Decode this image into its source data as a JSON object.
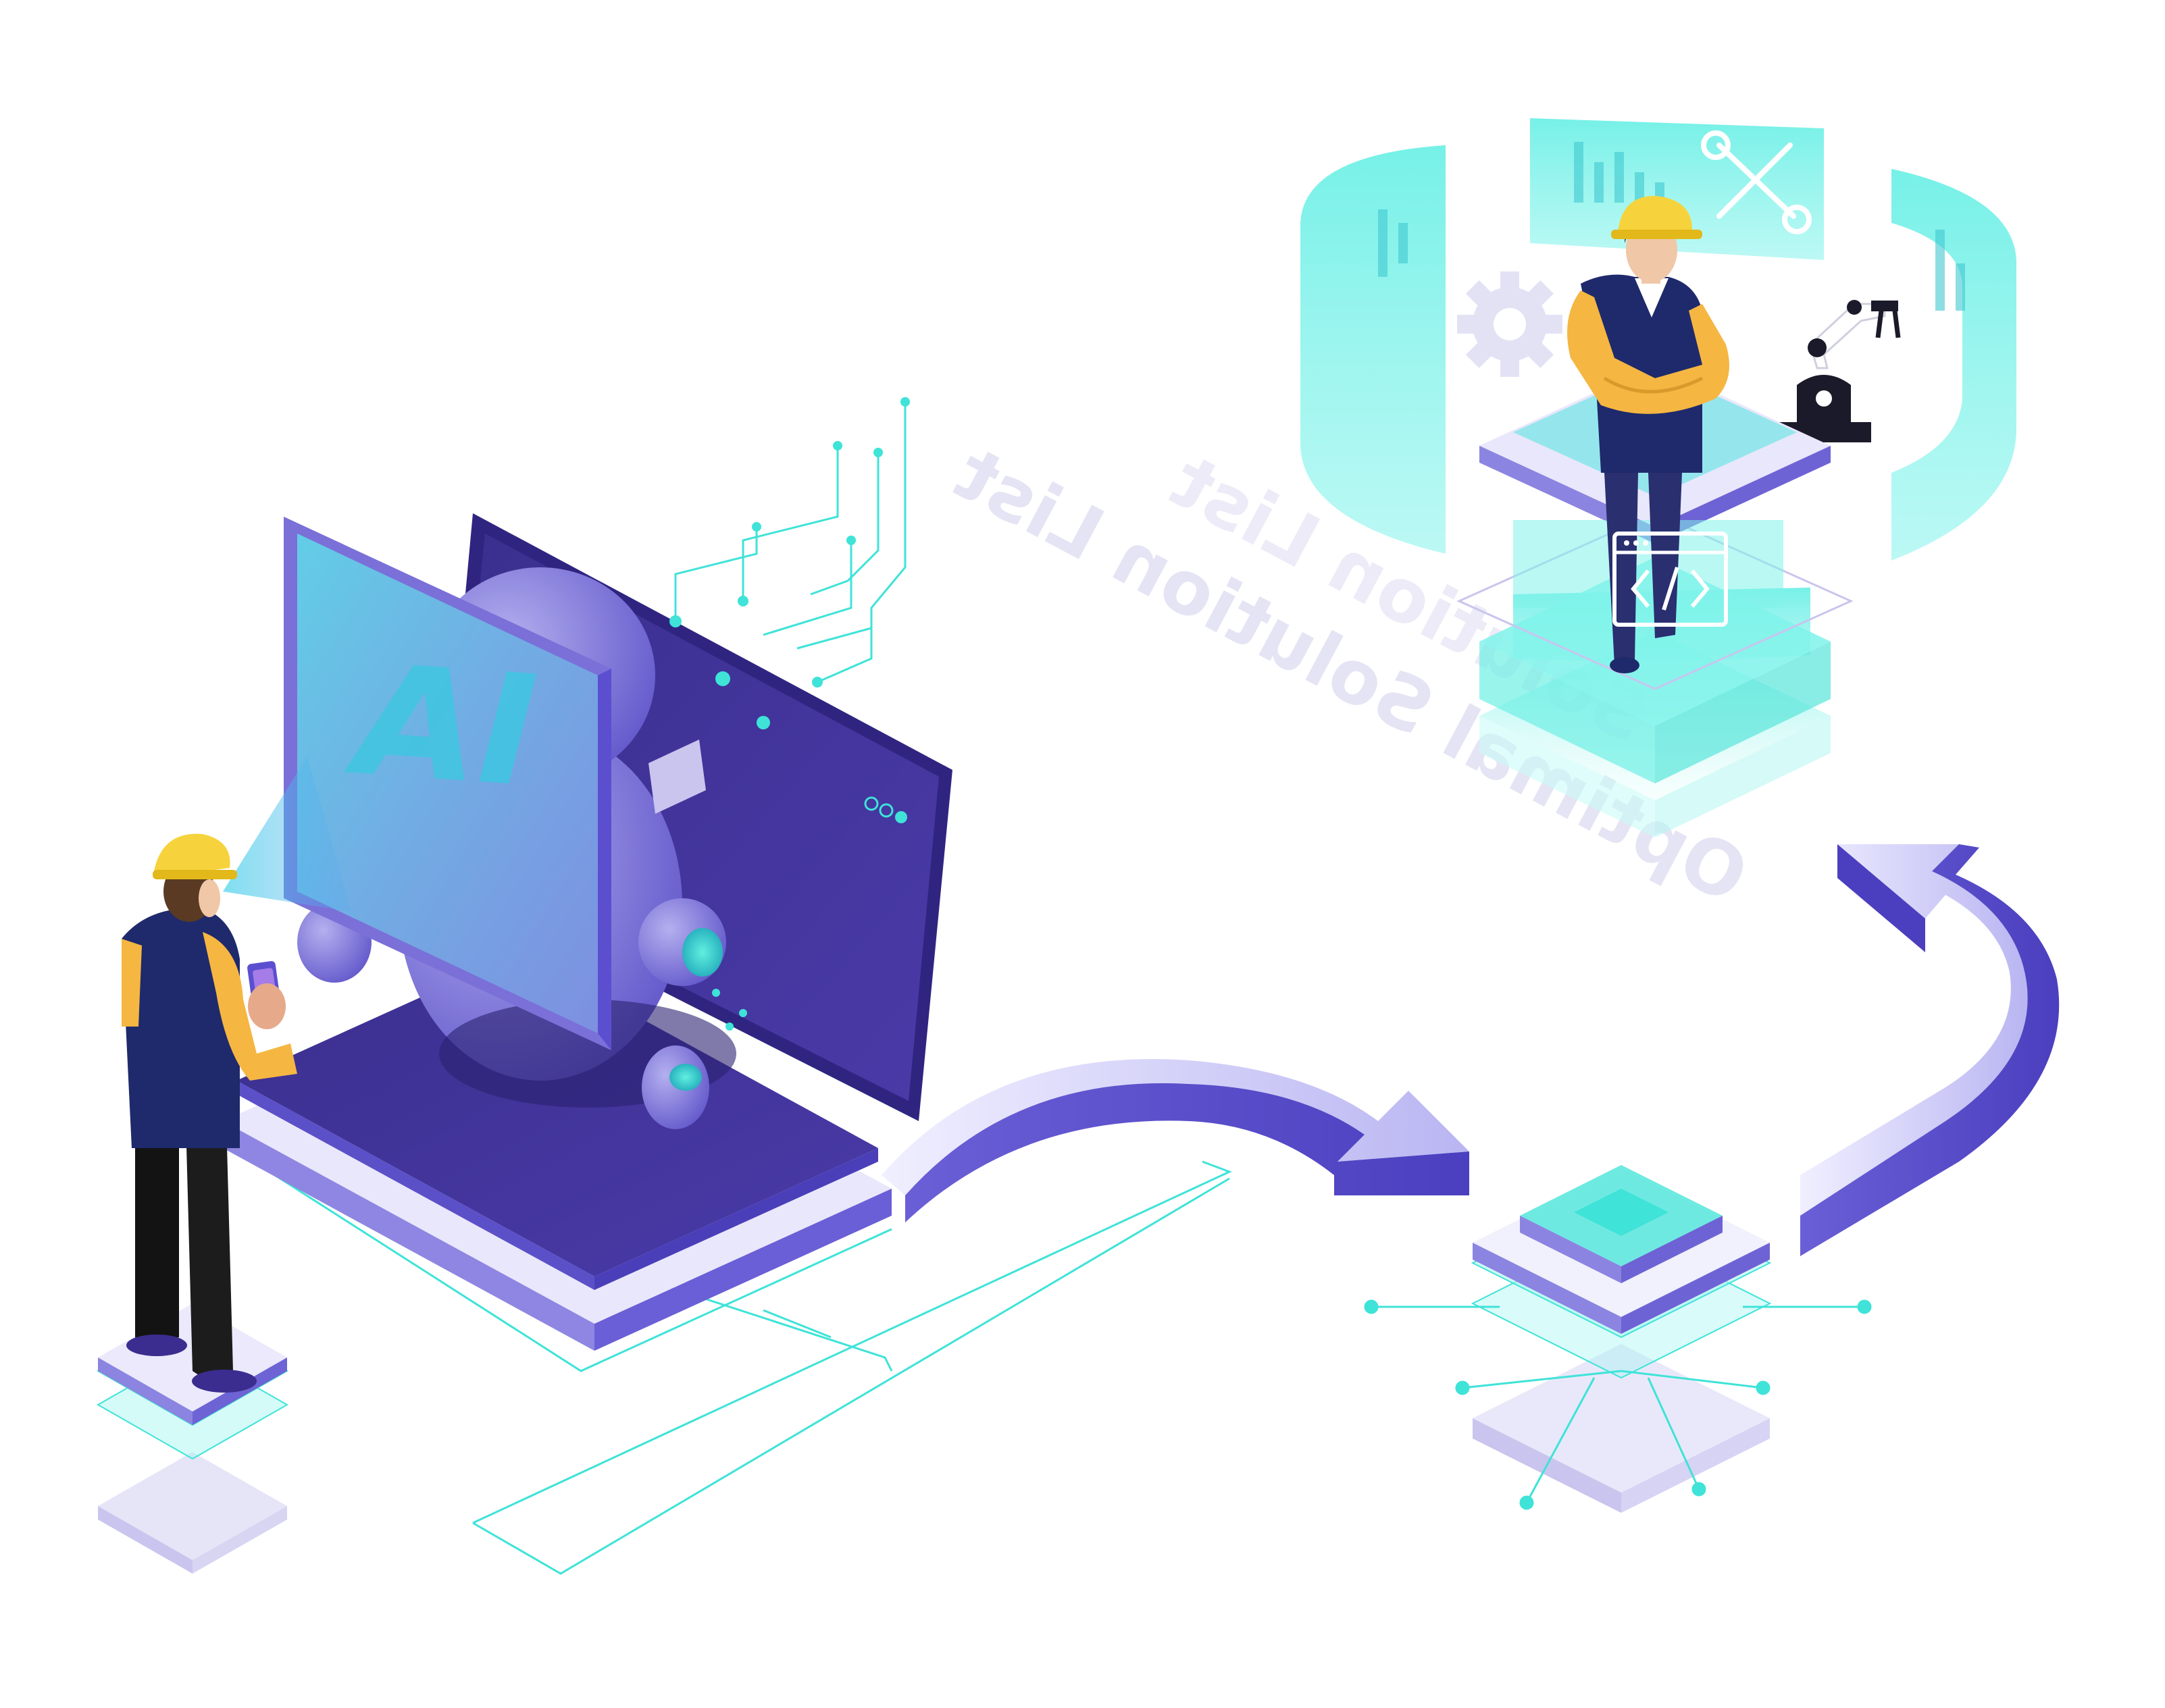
{
  "hologram": {
    "ai_label": "AI"
  },
  "reflected_caption": {
    "line1": "Optimal Solution List",
    "line2": "Solution List"
  },
  "colors": {
    "purple_dark": "#3b2d8f",
    "purple_mid": "#5b4fd0",
    "lavender": "#c9c7f5",
    "cyan": "#3fe3d8",
    "cyan_light": "#8ff3ec",
    "navy": "#1e2a6b",
    "helmet_yellow": "#f6d33c",
    "vest_orange": "#f5b642"
  },
  "icons": [
    "laptop-icon",
    "robot-head-icon",
    "circuit-lines-icon",
    "smartphone-icon",
    "arrow-right-icon",
    "arrow-up-curved-icon",
    "chip-node-icon",
    "gear-icon",
    "wrench-screwdriver-icon",
    "robot-arm-icon",
    "code-window-icon",
    "bar-chart-icon"
  ]
}
